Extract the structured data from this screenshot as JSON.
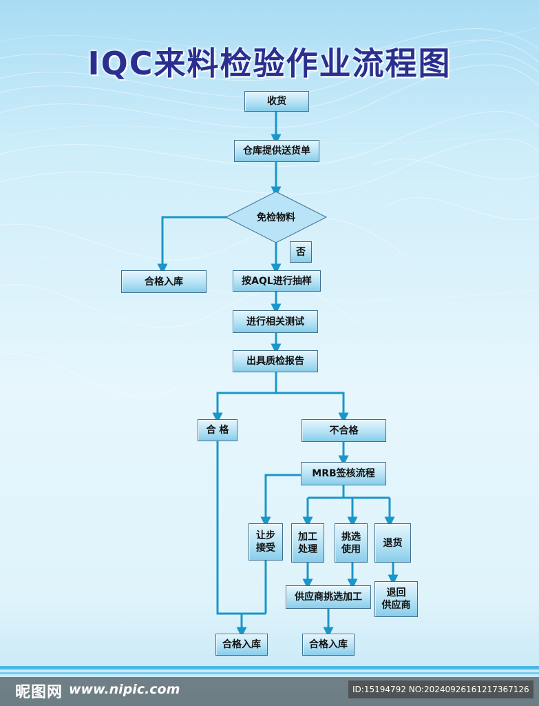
{
  "title": "IQC来料检验作业流程图",
  "nodes": {
    "receive": "收货",
    "warehouse_slip": "仓库提供送货单",
    "exempt_material": "免检物料",
    "no_label": "否",
    "pass_store_left": "合格入库",
    "aql_sampling": "按AQL进行抽样",
    "related_test": "进行相关测试",
    "quality_report": "出具质检报告",
    "pass": "合 格",
    "fail": "不合格",
    "mrb_review": "MRB签核流程",
    "concession": "让步\n接受",
    "rework": "加工\n处理",
    "sorting_use": "挑选\n使用",
    "return_goods": "退货",
    "supplier_sort": "供应商挑选加工",
    "return_supplier": "退回\n供应商",
    "pass_store_bottom1": "合格入库",
    "pass_store_bottom2": "合格入库"
  },
  "colors": {
    "arrow": "#1b96c9",
    "title": "#2a2f8f",
    "box_border": "#3f6f8e"
  },
  "watermark": {
    "logo": "昵图网",
    "url": "www.nipic.com",
    "id": "ID:15194792 NO:20240926161217367126"
  }
}
